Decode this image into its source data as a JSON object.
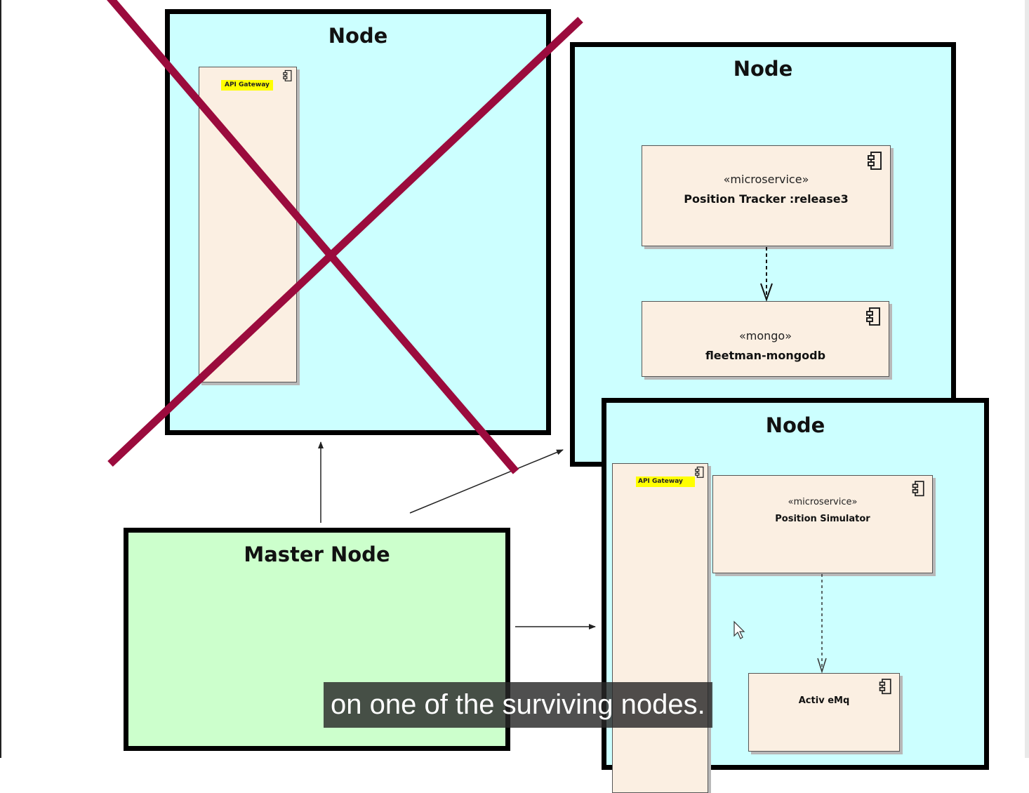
{
  "diagram": {
    "node_top_left": {
      "title": "Node",
      "api_gateway_label": "API Gateway"
    },
    "node_top_right": {
      "title": "Node",
      "position_tracker": {
        "stereotype": "«microservice»",
        "name": "Position Tracker :release3"
      },
      "mongodb": {
        "stereotype": "«mongo»",
        "name": "fleetman-mongodb"
      }
    },
    "node_bottom_right": {
      "title": "Node",
      "api_gateway_label": "API Gateway",
      "position_simulator": {
        "stereotype": "«microservice»",
        "name": "Position Simulator"
      },
      "activemq": {
        "name": "Activ eMq"
      }
    },
    "master_node": {
      "title": "Master Node"
    }
  },
  "caption": "on one of the surviving nodes.",
  "colors": {
    "node_fill": "#ccffff",
    "master_fill": "#ccffcc",
    "component_fill": "#fbefe2",
    "cross_out": "#9b0b3d",
    "highlight": "#ffff00"
  },
  "icons": {
    "component": "uml-component-icon",
    "cursor": "mouse-pointer-icon"
  }
}
